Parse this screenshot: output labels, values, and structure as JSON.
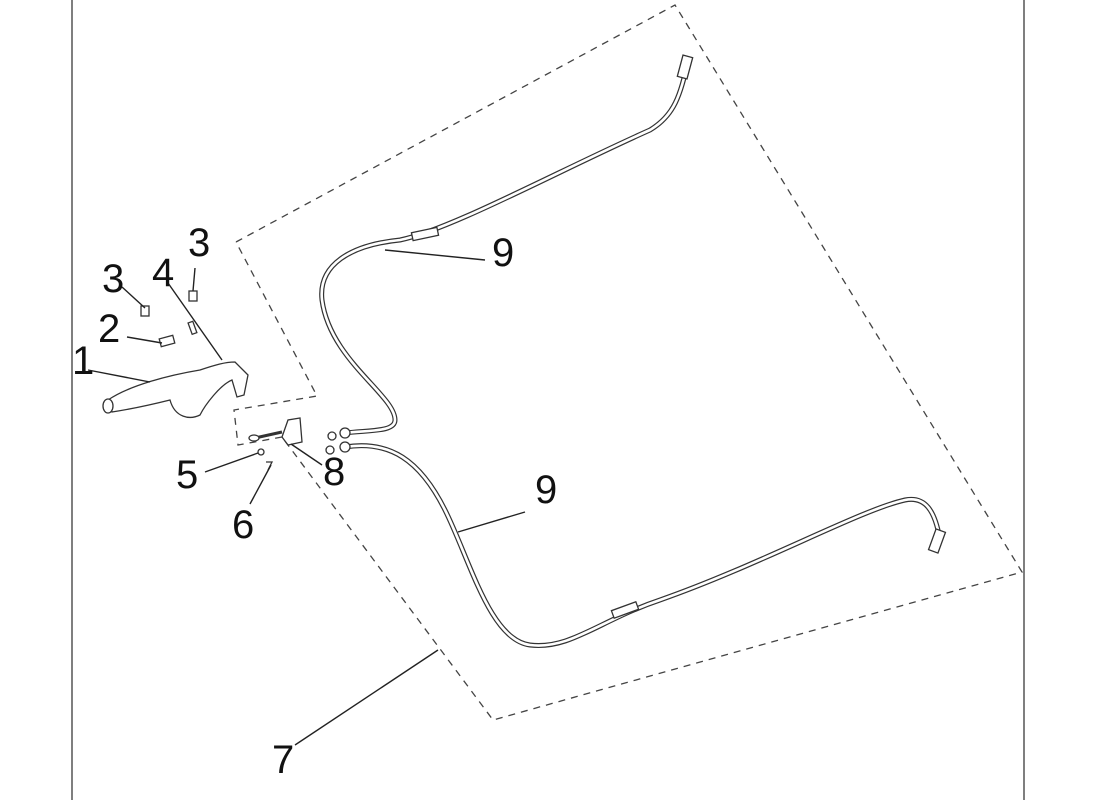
{
  "diagram": {
    "callouts": [
      {
        "id": "c1",
        "label": "1"
      },
      {
        "id": "c2",
        "label": "2"
      },
      {
        "id": "c3a",
        "label": "3"
      },
      {
        "id": "c3b",
        "label": "3"
      },
      {
        "id": "c4",
        "label": "4"
      },
      {
        "id": "c5",
        "label": "5"
      },
      {
        "id": "c6",
        "label": "6"
      },
      {
        "id": "c7",
        "label": "7"
      },
      {
        "id": "c8",
        "label": "8"
      },
      {
        "id": "c9a",
        "label": "9"
      },
      {
        "id": "c9b",
        "label": "9"
      }
    ]
  }
}
